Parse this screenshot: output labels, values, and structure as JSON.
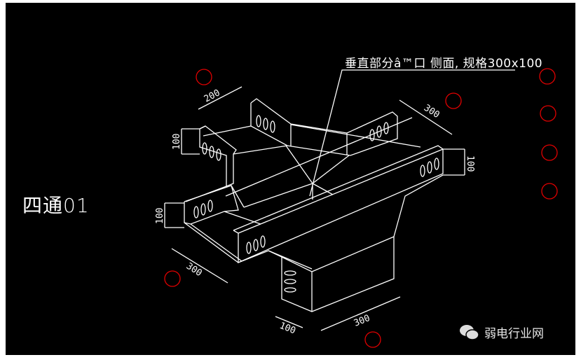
{
  "drawing": {
    "title": "四通01",
    "annotation": "垂直部分â™口 侧面, 规格300x100",
    "dimensions": {
      "top_left_width": "200",
      "top_right_length": "300",
      "left_upper_height": "100",
      "left_lower_height": "100",
      "right_height": "100",
      "bottom_left_length": "300",
      "bottom_width": "100",
      "bottom_length": "300"
    },
    "markers": {
      "count": 8,
      "color": "#e00000"
    },
    "line_color": "#ffffff",
    "background": "#000000"
  },
  "watermark": {
    "text": "弱电行业网",
    "icon": "wechat-icon"
  }
}
